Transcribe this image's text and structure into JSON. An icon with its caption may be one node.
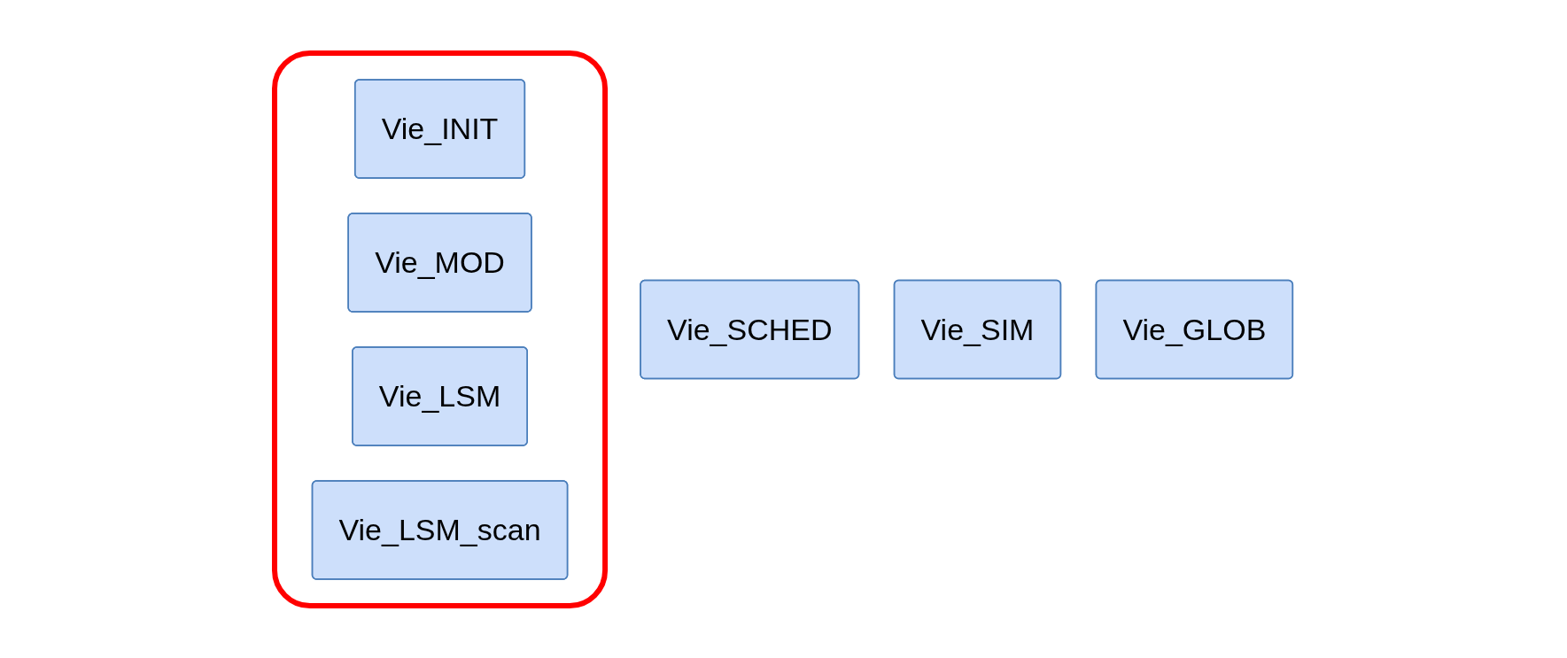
{
  "diagram": {
    "nodes": [
      {
        "text": [
          "Vie_SCHED"
        ]
      },
      {
        "text": [],
        "shape": "box"
      },
      {
        "text": [
          "Vie_INIT"
        ],
        "in": 1
      },
      {
        "text": [
          "Vie_MOD"
        ],
        "in": 1
      },
      {
        "text": [
          "Vie_LSM"
        ],
        "in": 1
      },
      {
        "text": [
          "Vie_LSM_scan"
        ],
        "in": 1
      },
      {
        "text": [
          "Vie_SIM"
        ]
      },
      {
        "text": [
          "Vie_GLOB"
        ]
      }
    ],
    "edges": []
  }
}
